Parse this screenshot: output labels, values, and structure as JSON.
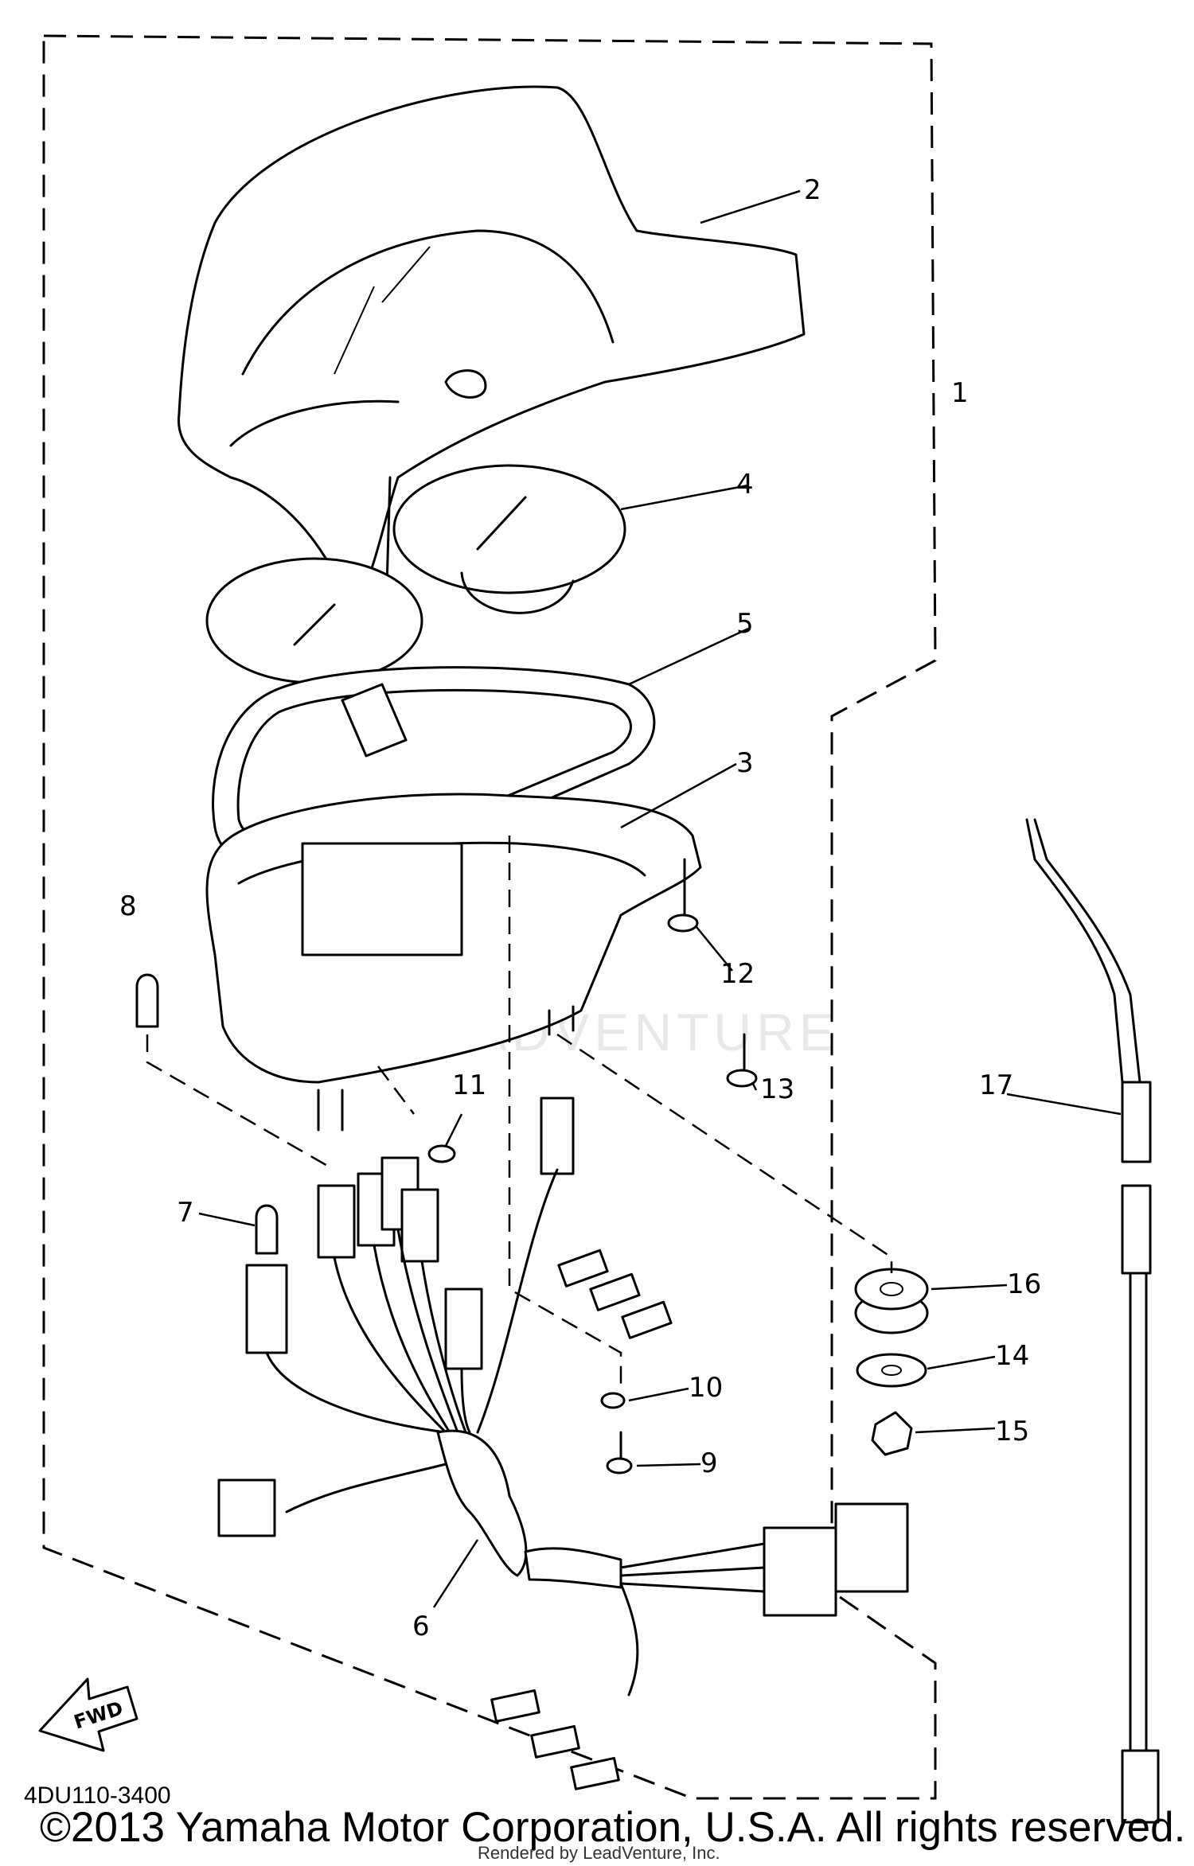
{
  "diagram": {
    "code": "4DU110-3400",
    "direction_label": "FWD",
    "callouts": [
      "1",
      "2",
      "3",
      "4",
      "5",
      "6",
      "7",
      "8",
      "9",
      "10",
      "11",
      "12",
      "13",
      "14",
      "15",
      "16",
      "17"
    ]
  },
  "footer": {
    "copyright": "©2013 Yamaha Motor Corporation, U.S.A. All rights reserved.",
    "rendered_by": "Rendered by LeadVenture, Inc."
  },
  "watermark": "LEADVENTURE"
}
